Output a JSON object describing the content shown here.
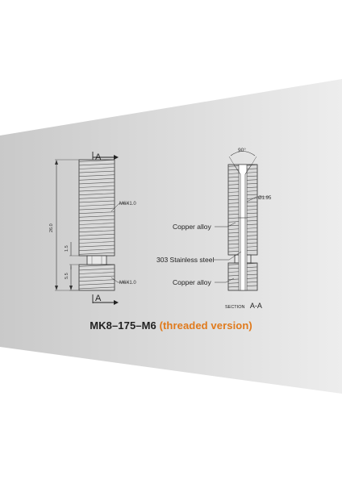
{
  "left_view": {
    "section_marker_top": "A",
    "section_marker_bottom": "A",
    "dim_total_length": "26.0",
    "dim_gap": "1.5",
    "dim_lower_thread": "5.5",
    "thread_upper_callout": "M6X1.0",
    "thread_lower_callout": "M6X1.0"
  },
  "right_view": {
    "angle_label": "90°",
    "bore_diameter": "Ø1.95",
    "label_copper_top": "Copper alloy",
    "label_stainless": "303 Stainless steel",
    "label_copper_bottom": "Copper alloy",
    "section_prefix": "SECTION",
    "section_name": "A-A"
  },
  "caption": {
    "model": "MK8–175–M6",
    "variant": "(threaded version)"
  },
  "colors": {
    "band": "#cfcfcf",
    "accent": "#e07a1c",
    "thread_fill": "#d9d9d9",
    "line": "#333333"
  }
}
